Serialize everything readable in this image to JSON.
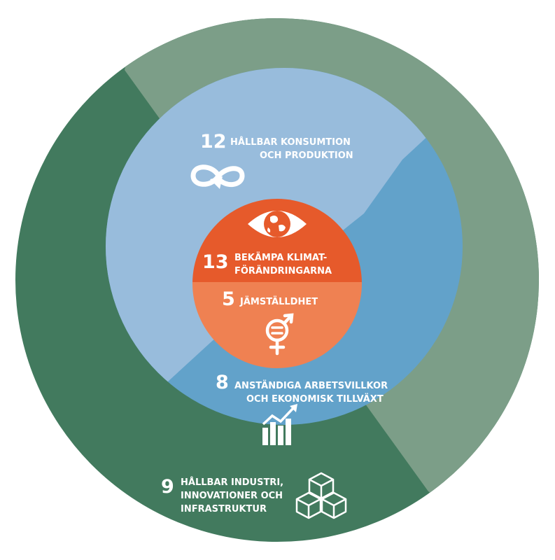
{
  "colors": {
    "outer_light": "#7c9e88",
    "outer_dark": "#427a5e",
    "middle_light": "#98bcdc",
    "middle_dark": "#62a2ca",
    "inner_top": "#e65a2b",
    "inner_bottom": "#ef8152",
    "white": "#ffffff"
  },
  "goals": [
    {
      "number": "12",
      "lines": [
        "HÅLLBAR KONSUMTION",
        "OCH PRODUKTION"
      ],
      "icon": "infinity-arrow-icon"
    },
    {
      "number": "13",
      "lines": [
        "BEKÄMPA KLIMAT-",
        "FÖRÄNDRINGARNA"
      ],
      "icon": "eye-globe-icon"
    },
    {
      "number": "5",
      "lines": [
        "JÄMSTÄLLDHET"
      ],
      "icon": "gender-equality-icon"
    },
    {
      "number": "8",
      "lines": [
        "ANSTÄNDIGA ARBETSVILLKOR",
        "OCH EKONOMISK TILLVÄXT"
      ],
      "icon": "growth-chart-icon"
    },
    {
      "number": "9",
      "lines": [
        "HÅLLBAR INDUSTRI,",
        "INNOVATIONER OCH",
        "INFRASTRUKTUR"
      ],
      "icon": "cubes-icon"
    }
  ]
}
